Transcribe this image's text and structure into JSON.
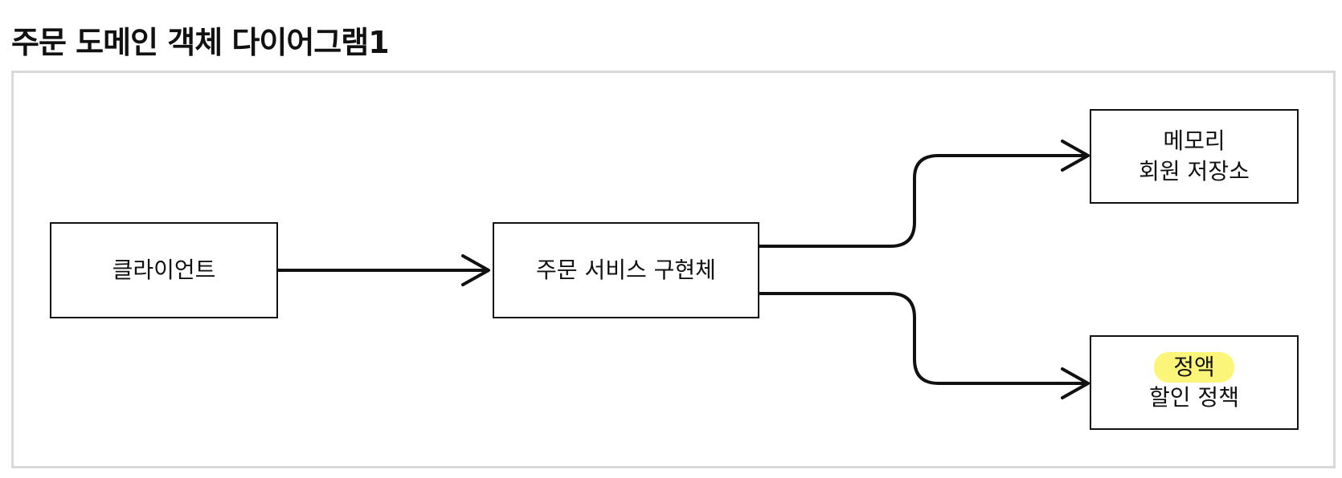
{
  "title": "주문 도메인 객체 다이어그램1",
  "highlight_color": "#fbf57a",
  "nodes": {
    "client": {
      "label": "클라이언트"
    },
    "order_service": {
      "label": "주문 서비스 구현체"
    },
    "memory_repo": {
      "line1": "메모리",
      "line2": "회원 저장소"
    },
    "discount": {
      "line1": "정액",
      "line2": "할인 정책"
    }
  }
}
